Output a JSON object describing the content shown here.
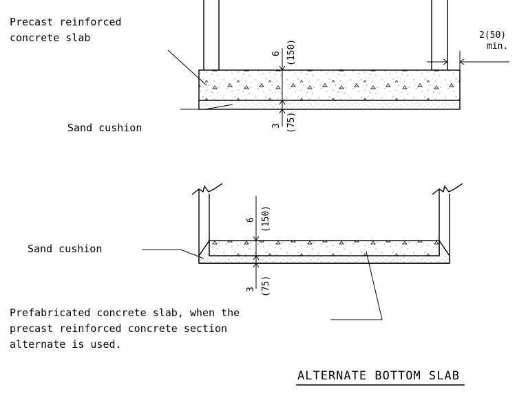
{
  "top_section": {
    "label_slab_line1": "Precast reinforced",
    "label_slab_line2": "concrete slab",
    "dim_slab_in": "6",
    "dim_slab_mm": "(150)",
    "dim_sand_in": "3",
    "dim_sand_mm": "(75)",
    "dim_min_value": "2(50)",
    "dim_min_suffix": "min.",
    "label_sand": "Sand cushion"
  },
  "bottom_section": {
    "label_sand": "Sand cushion",
    "dim_slab_in": "6",
    "dim_slab_mm": "(150)",
    "dim_sand_in": "3",
    "dim_sand_mm": "(75)",
    "note_line1": "Prefabricated concrete slab, when the",
    "note_line2": "precast reinforced concrete section",
    "note_line3": "alternate is used."
  },
  "title": "ALTERNATE BOTTOM SLAB"
}
